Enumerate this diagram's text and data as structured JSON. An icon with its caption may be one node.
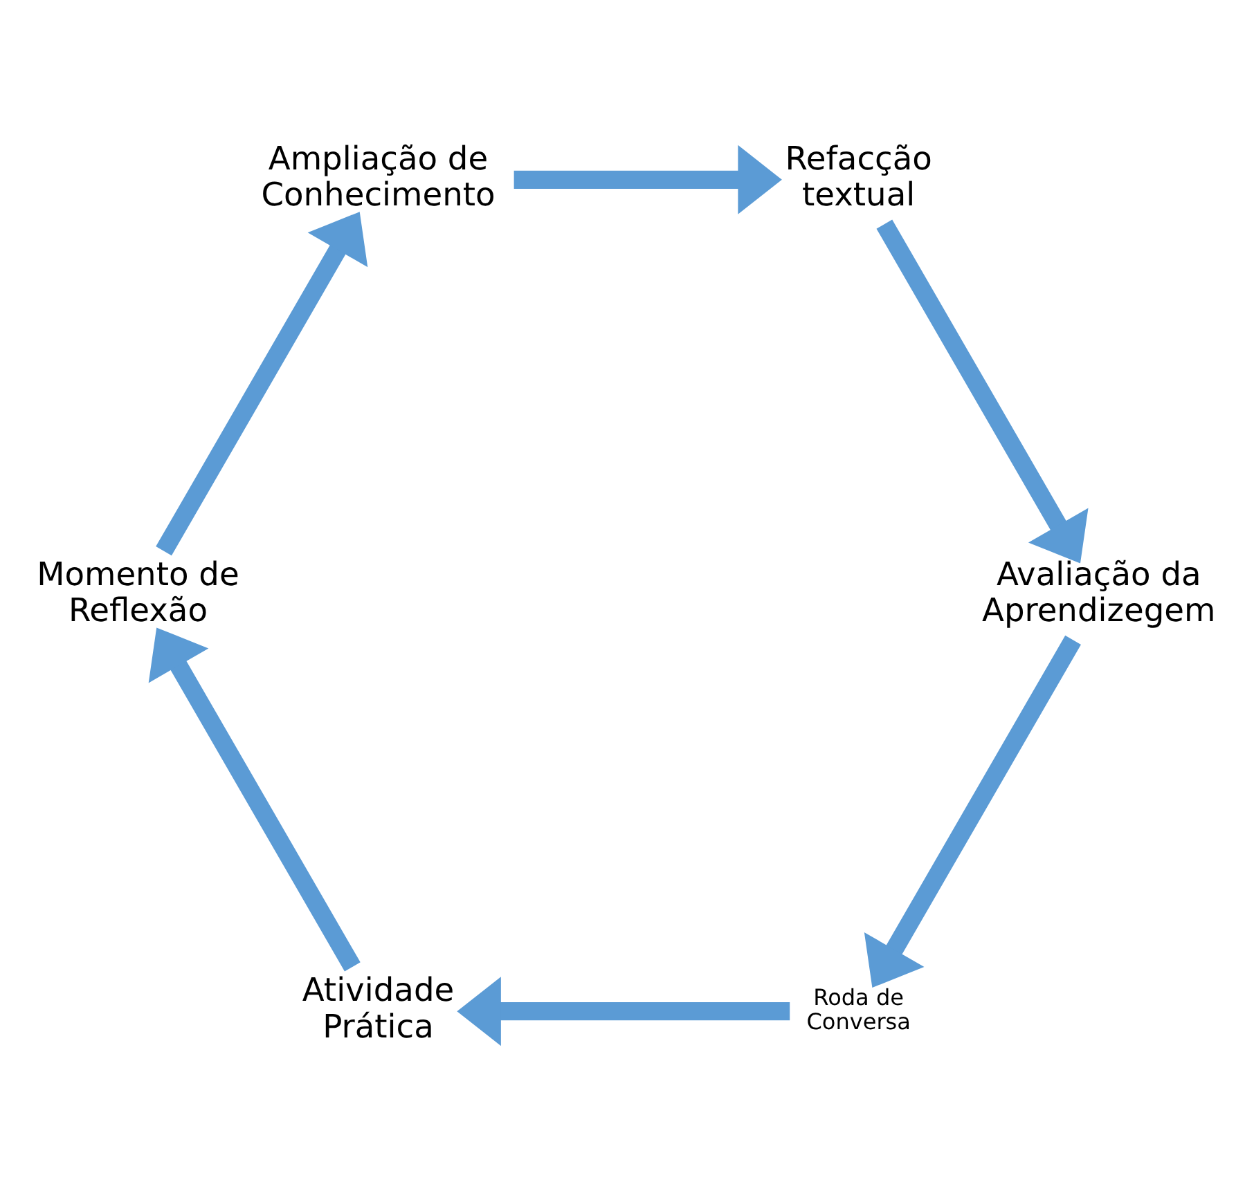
{
  "diagram": {
    "nodes": [
      {
        "text": [
          "Roda de Conversa"
        ]
      },
      {
        "text": [
          "Atividade Prática"
        ]
      },
      {
        "text": [
          "Momento de Reflexão"
        ]
      },
      {
        "text": [
          "Ampliação de Conhecimento"
        ]
      },
      {
        "text": [
          "Refacção textual"
        ]
      },
      {
        "text": [
          "Avaliação da Aprendizegem"
        ]
      }
    ],
    "edges": [
      {
        "from": 0,
        "to": 1,
        "arrow": "to"
      },
      {
        "from": 1,
        "to": 2,
        "arrow": "to"
      },
      {
        "from": 2,
        "to": 3,
        "arrow": "to"
      },
      {
        "from": 3,
        "to": 4,
        "arrow": "to"
      },
      {
        "from": 4,
        "to": 5,
        "arrow": "to"
      },
      {
        "from": 5,
        "to": 0,
        "arrow": "to"
      }
    ]
  }
}
